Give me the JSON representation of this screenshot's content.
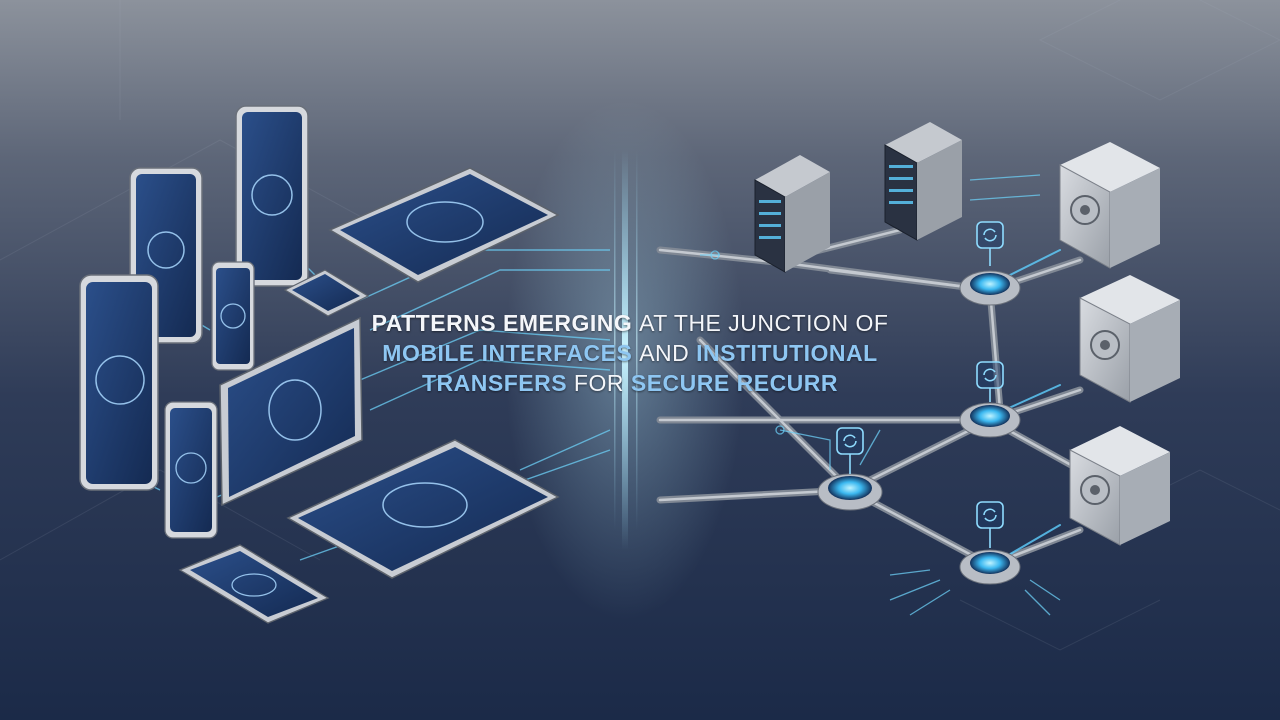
{
  "title": {
    "line1": {
      "part1": "PATTERNS EMERGING",
      "part2": "AT THE JUNCTION OF"
    },
    "line2": {
      "part1": "MOBILE INTERFACES",
      "part2": "AND",
      "part3": "INSTITUTIONAL"
    },
    "line3": {
      "part1": "TRANSFERS",
      "part2": "FOR",
      "part3": "SECURE RECURR"
    }
  },
  "colors": {
    "accent": "#8ec6f2",
    "glow": "#5fd0ff",
    "device_screen": "#1e3a6e",
    "background_top": "#8c929c",
    "background_bottom": "#1b2a48"
  },
  "icons": [
    "smartphone-icon",
    "tablet-icon",
    "server-rack-icon",
    "vault-safe-icon",
    "network-node-icon",
    "recurring-sync-icon"
  ]
}
